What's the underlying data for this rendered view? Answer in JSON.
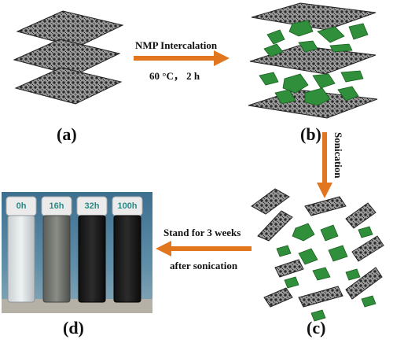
{
  "labels": {
    "a": "(a)",
    "b": "(b)",
    "c": "(c)",
    "d": "(d)"
  },
  "steps": {
    "intercalation": {
      "line1": "NMP  Intercalation",
      "line2": "60 °C， 2 h"
    },
    "sonication": "Sonication",
    "stand": {
      "line1": "Stand for 3 weeks",
      "line2": "after sonication"
    }
  },
  "vials": [
    {
      "time": "0h"
    },
    {
      "time": "16h"
    },
    {
      "time": "32h"
    },
    {
      "time": "100h"
    }
  ],
  "colors": {
    "arrow": "#e2761f",
    "flake": "#2f8f3a",
    "sheet": "#3a3a3a",
    "label": "#111111"
  }
}
